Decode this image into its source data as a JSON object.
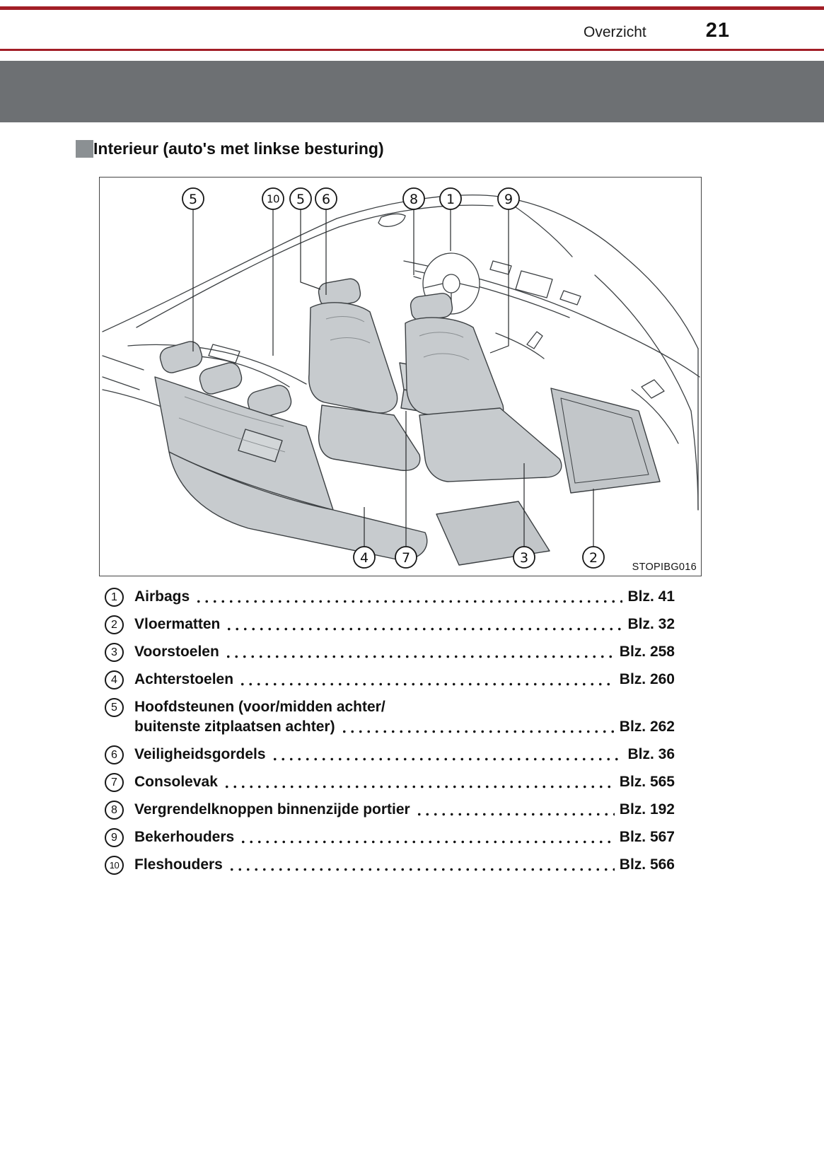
{
  "header": {
    "title": "Overzicht",
    "page_number": "21"
  },
  "section": {
    "heading": "Interieur (auto's met linkse besturing)"
  },
  "figure": {
    "code": "STOPIBG016",
    "callouts_top": [
      "5",
      "10",
      "5",
      "6",
      "8",
      "1",
      "9"
    ],
    "callouts_bottom": [
      "4",
      "7",
      "3",
      "2"
    ]
  },
  "toc": {
    "items": [
      {
        "num": "1",
        "label": "Airbags",
        "page": "Blz. 41"
      },
      {
        "num": "2",
        "label": "Vloermatten",
        "page": "Blz. 32"
      },
      {
        "num": "3",
        "label": "Voorstoelen",
        "page": "Blz. 258"
      },
      {
        "num": "4",
        "label": "Achterstoelen",
        "page": "Blz. 260"
      },
      {
        "num": "5",
        "label": "Hoofdsteunen (voor/midden achter/",
        "label2": "buitenste zitplaatsen achter)",
        "page": "Blz. 262"
      },
      {
        "num": "6",
        "label": "Veiligheidsgordels",
        "page": "Blz. 36"
      },
      {
        "num": "7",
        "label": "Consolevak",
        "page": "Blz. 565"
      },
      {
        "num": "8",
        "label": "Vergrendelknoppen binnenzijde portier",
        "page": "Blz. 192"
      },
      {
        "num": "9",
        "label": "Bekerhouders",
        "page": "Blz. 567"
      },
      {
        "num": "10",
        "label": "Fleshouders",
        "page": "Blz. 566"
      }
    ]
  },
  "colors": {
    "accent": "#a21e26",
    "banner_gray": "#6d7073",
    "bullet_gray": "#8b9093"
  }
}
